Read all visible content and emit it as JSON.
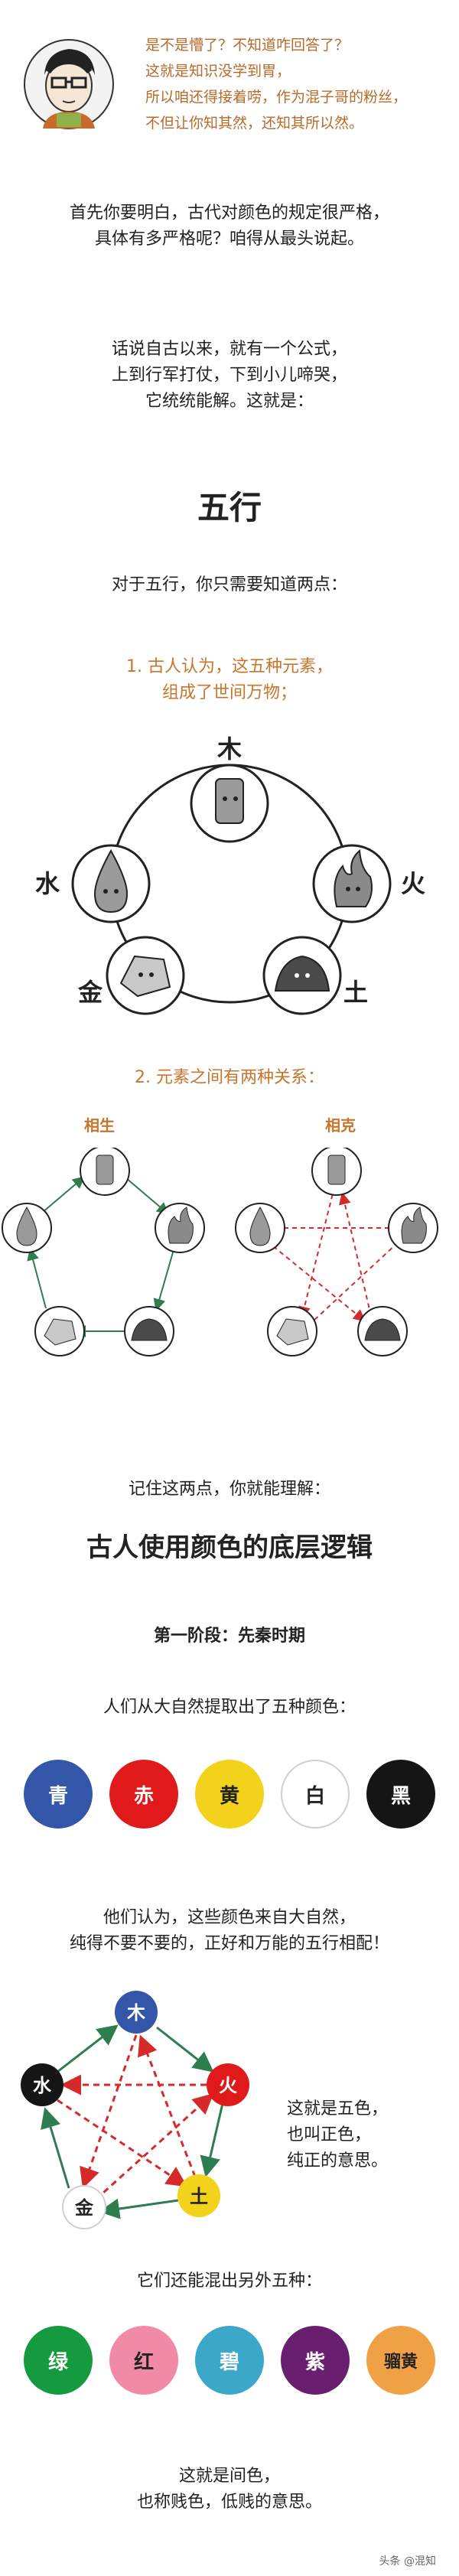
{
  "header": {
    "lines": [
      "是不是懵了？不知道咋回答了？",
      "这就是知识没学到胃，",
      "所以咱还得接着唠，作为混子哥的粉丝，",
      "不但让你知其然，还知其所以然。"
    ]
  },
  "intro": {
    "p1": [
      "首先你要明白，古代对颜色的规定很严格，",
      "具体有多严格呢？咱得从最头说起。"
    ],
    "p2": [
      "话说自古以来，就有一个公式，",
      "上到行军打仗，下到小儿啼哭，",
      "它统统能解。这就是："
    ],
    "title_wuxing": "五行",
    "p3": "对于五行，你只需要知道两点：",
    "point1": [
      "1.  古人认为，这五种元素，",
      "组成了世间万物；"
    ]
  },
  "elements": {
    "wood": "木",
    "fire": "火",
    "earth": "土",
    "metal": "金",
    "water": "水"
  },
  "point2": "2.  元素之间有两种关系：",
  "relations": {
    "sheng": "相生",
    "ke": "相克"
  },
  "after": {
    "p4": "记住这两点，你就能理解：",
    "title_logic": "古人使用颜色的底层逻辑",
    "stage1": "第一阶段：先秦时期",
    "p5": "人们从大自然提取出了五种颜色：",
    "p6": [
      "他们认为，这些颜色来自大自然，",
      "纯得不要不要的，正好和万能的五行相配！"
    ],
    "p7": [
      "这就是五色，",
      "也叫正色，",
      "纯正的意思。"
    ],
    "p8": "它们还能混出另外五种：",
    "p9": [
      "这就是间色，",
      "也称贱色，低贱的意思。"
    ]
  },
  "zhengse": [
    {
      "label": "青",
      "color": "#3456a8",
      "text": "#ffffff"
    },
    {
      "label": "赤",
      "color": "#e01a1a",
      "text": "#ffffff"
    },
    {
      "label": "黄",
      "color": "#f2d21a",
      "text": "#222222"
    },
    {
      "label": "白",
      "color": "#ffffff",
      "text": "#222222"
    },
    {
      "label": "黑",
      "color": "#151515",
      "text": "#ffffff"
    }
  ],
  "jianse": [
    {
      "label": "绿",
      "color": "#169a3f",
      "text": "#ffffff"
    },
    {
      "label": "红",
      "color": "#f08aa6",
      "text": "#222222"
    },
    {
      "label": "碧",
      "color": "#3ba7c9",
      "text": "#ffffff"
    },
    {
      "label": "紫",
      "color": "#6a1f6e",
      "text": "#ffffff"
    },
    {
      "label": "骝黄",
      "color": "#f0a045",
      "text": "#222222"
    }
  ],
  "pentagon_colors": {
    "wood": {
      "label": "木",
      "color": "#3456a8",
      "text": "#ffffff"
    },
    "fire": {
      "label": "火",
      "color": "#e01a1a",
      "text": "#ffffff"
    },
    "earth": {
      "label": "土",
      "color": "#f2d21a",
      "text": "#222222"
    },
    "metal": {
      "label": "金",
      "color": "#ffffff",
      "text": "#222222"
    },
    "water": {
      "label": "水",
      "color": "#151515",
      "text": "#ffffff"
    }
  },
  "footer": "头条 @混知"
}
